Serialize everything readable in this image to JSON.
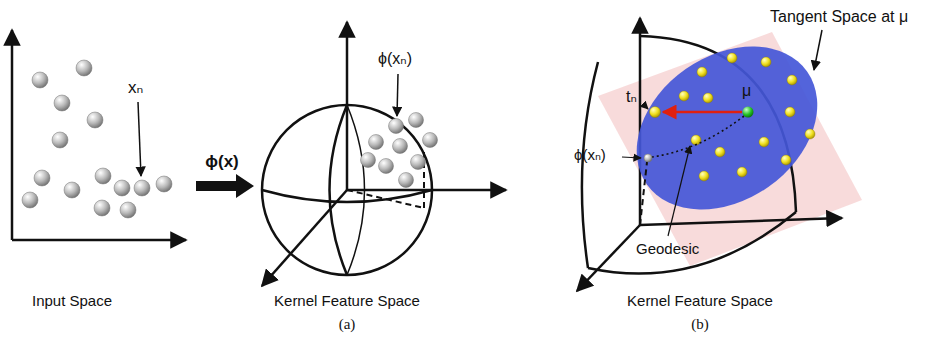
{
  "diagram": {
    "labels": [
      "xₙ",
      "Input Space",
      "ϕ(x)",
      "ϕ(xₙ)",
      "Kernel Feature Space",
      "(a)",
      "tₙ",
      "ϕ(xₙ)",
      "μ",
      "Tangent Space at μ",
      "Geodesic",
      "Kernel Feature Space",
      "(b)"
    ]
  }
}
